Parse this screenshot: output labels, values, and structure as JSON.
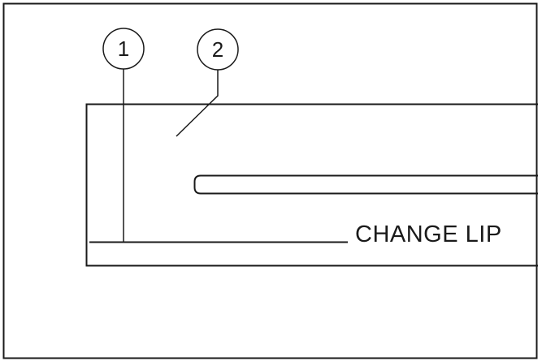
{
  "diagram": {
    "callouts": [
      {
        "number": "1"
      },
      {
        "number": "2"
      }
    ],
    "label": "CHANGE LIP",
    "colors": {
      "stroke": "#1a1a1a",
      "background": "#ffffff"
    }
  }
}
